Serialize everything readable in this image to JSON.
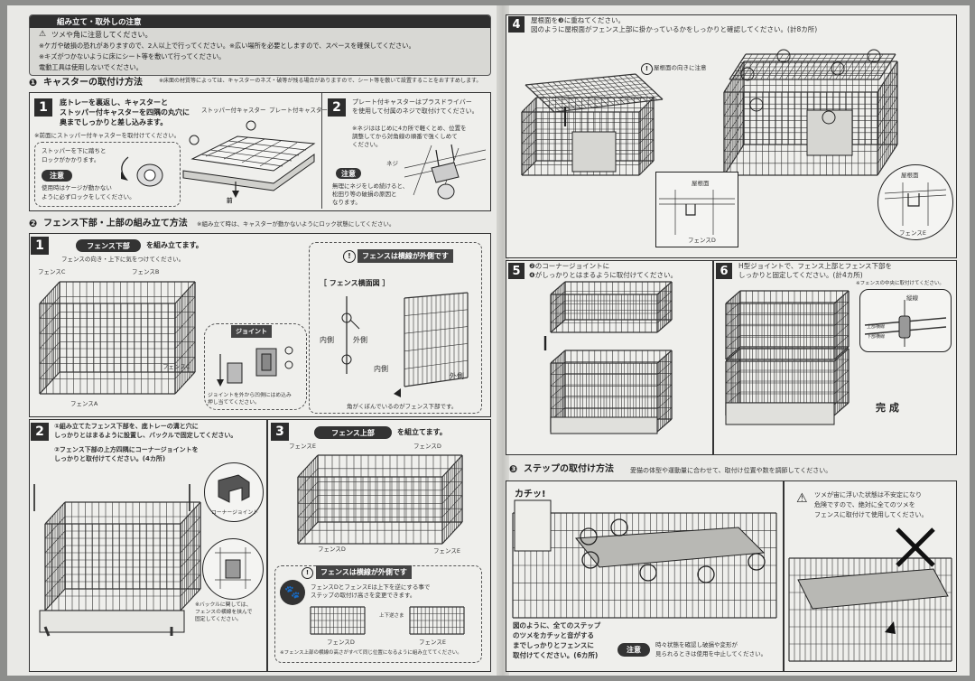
{
  "warning": {
    "header": "組み立て・取外しの注意",
    "lines": [
      "ツメや角に注意してください。",
      "※ケガや破損の恐れがありますので、2人以上で行ってください。※広い場所を必要としますので、スペースを確保してください。",
      "※キズがつかないように床にシート等を敷いて行ってください。",
      "電動工具は使用しないでください。"
    ]
  },
  "section1": {
    "num": "❶",
    "title": "キャスターの取付け方法",
    "note": "※床面の材質等によっては、キャスターのネズ・破等が残る場合がありますので、シート等を敷いて設置することをおすすめします。",
    "step1": {
      "num": "1",
      "text": [
        "底トレーを裏返し、キャスターと",
        "ストッパー付キャスターを四隅の丸穴に",
        "奥までしっかりと差し込みます。"
      ],
      "sub": "※前面にストッパー付キャスターを取付けてください。",
      "callout": [
        "ストッパーを下に踏ちと",
        "ロックがかかります。"
      ],
      "label_stopper": "ストッパー付キャスター",
      "label_plate": "プレート付キャスター",
      "front": "前",
      "caution": "注意",
      "caution_text": [
        "使用時はケージが動かない",
        "ように必ずロックをしてください。"
      ]
    },
    "step2": {
      "num": "2",
      "text": [
        "プレート付キャスターはプラスドライバー",
        "を使用して付属のネジで取付けてください。"
      ],
      "sub": [
        "※ネジははじめに4カ所で軽くとめ、位置を",
        "調整してから対角線の順番で強くしめて",
        "ください。"
      ],
      "neji": "ネジ",
      "caution": "注意",
      "caution_text": [
        "無理にネジをしめ続けると、",
        "松田り等の破損の原因と",
        "なります。"
      ]
    }
  },
  "section2": {
    "num": "❷",
    "title": "フェンス下部・上部の組み立て方法",
    "note": "※組み立て時は、キャスターが動かないようにロック状態にしてください。",
    "step1": {
      "num": "1",
      "pill": "フェンス下部",
      "after_pill": "を組み立てます。",
      "sub": "フェンスの向き・上下に気をつけてください。",
      "fence_c": "フェンスC",
      "fence_b": "フェンスB",
      "fence_c2": "フェンスC",
      "fence_a": "フェンスA",
      "joint": "ジョイント",
      "joint_note": [
        "ジョイントを外から凹側にはめ込み",
        "押し当ててください。"
      ],
      "warn_box": "フェンスは横線が外側です",
      "cross_title": "［ フェンス横面図 ］",
      "inside": "内側",
      "outside": "外側",
      "inside2": "内側",
      "outside2": "外側",
      "bottom_note": "角がくぼんでいるのがフェンス下部です。"
    },
    "step2": {
      "num": "2",
      "text1": [
        "①組み立てたフェンス下部を、底トレーの溝と穴に",
        "しっかりとはまるように設置し、バックルで固定してください。"
      ],
      "text2": [
        "②フェンス下部の上方四隅にコーナージョイントを",
        "しっかりと取付けてください。(4カ所)"
      ],
      "corner": "コーナージョイント",
      "buckle": [
        "※バックルに関しては、",
        "フェンスの横線を挟んで",
        "固定してください。"
      ]
    },
    "step3": {
      "num": "3",
      "pill": "フェンス上部",
      "after_pill": "を組立てます。",
      "fence_e": "フェンスE",
      "fence_d": "フェンスD",
      "fence_d2": "フェンスD",
      "fence_e2": "フェンスE",
      "warn_box": "フェンスは横線が外側です",
      "note": [
        "フェンスDとフェンスEは上下を逆にする事で",
        "ステップの取付け高さを変更できます。"
      ],
      "flip": "上下逆さま",
      "label_d": "フェンスD",
      "label_e": "フェンスE",
      "foot": "※フェンス上部の横線の高さがすべて同じ位置になるように組み立ててください。"
    }
  },
  "step4": {
    "num": "4",
    "text": [
      "屋根面を❸に重ねてください。",
      "図のように屋根面がフェンス上部に掛かっているかをしっかりと確認してください。(計8カ所)"
    ],
    "roof_note": "屋根面の向きに注意",
    "roof": "屋根面",
    "roof2": "屋根面",
    "fence_d": "フェンスD",
    "fence_e": "フェンスE"
  },
  "step5": {
    "num": "5",
    "text": [
      "❷のコーナージョイントに",
      "❹がしっかりとはまるように取付けてください。"
    ]
  },
  "step6": {
    "num": "6",
    "text": [
      "H型ジョイントで、フェンス上部とフェンス下部を",
      "しっかりと固定してください。(計4カ所)"
    ],
    "sub": "※フェンスの中央に取付けてください。",
    "lbl_a": "縦線",
    "lbl_b": "上部横線",
    "lbl_c": "下部横線",
    "done": "完 成"
  },
  "section3": {
    "num": "❸",
    "title": "ステップの取付け方法",
    "note": "愛猫の体型や運動量に合わせて、取付け位置や数を調節してください。",
    "click": "カチッ!",
    "text": [
      "図のように、全てのステップ",
      "のツメをカチッと音がする",
      "までしっかりとフェンスに",
      "取付けてください。(6カ所)"
    ],
    "caution": "注意",
    "caution_text": [
      "時々状態を確認し破損や変形が",
      "見られるときは使用を中止してください。"
    ],
    "warn": [
      "ツメが宙に浮いた状態は不安定になり",
      "危険ですので、絶対に全てのツメを",
      "フェンスに取付けて使用してください。"
    ]
  }
}
